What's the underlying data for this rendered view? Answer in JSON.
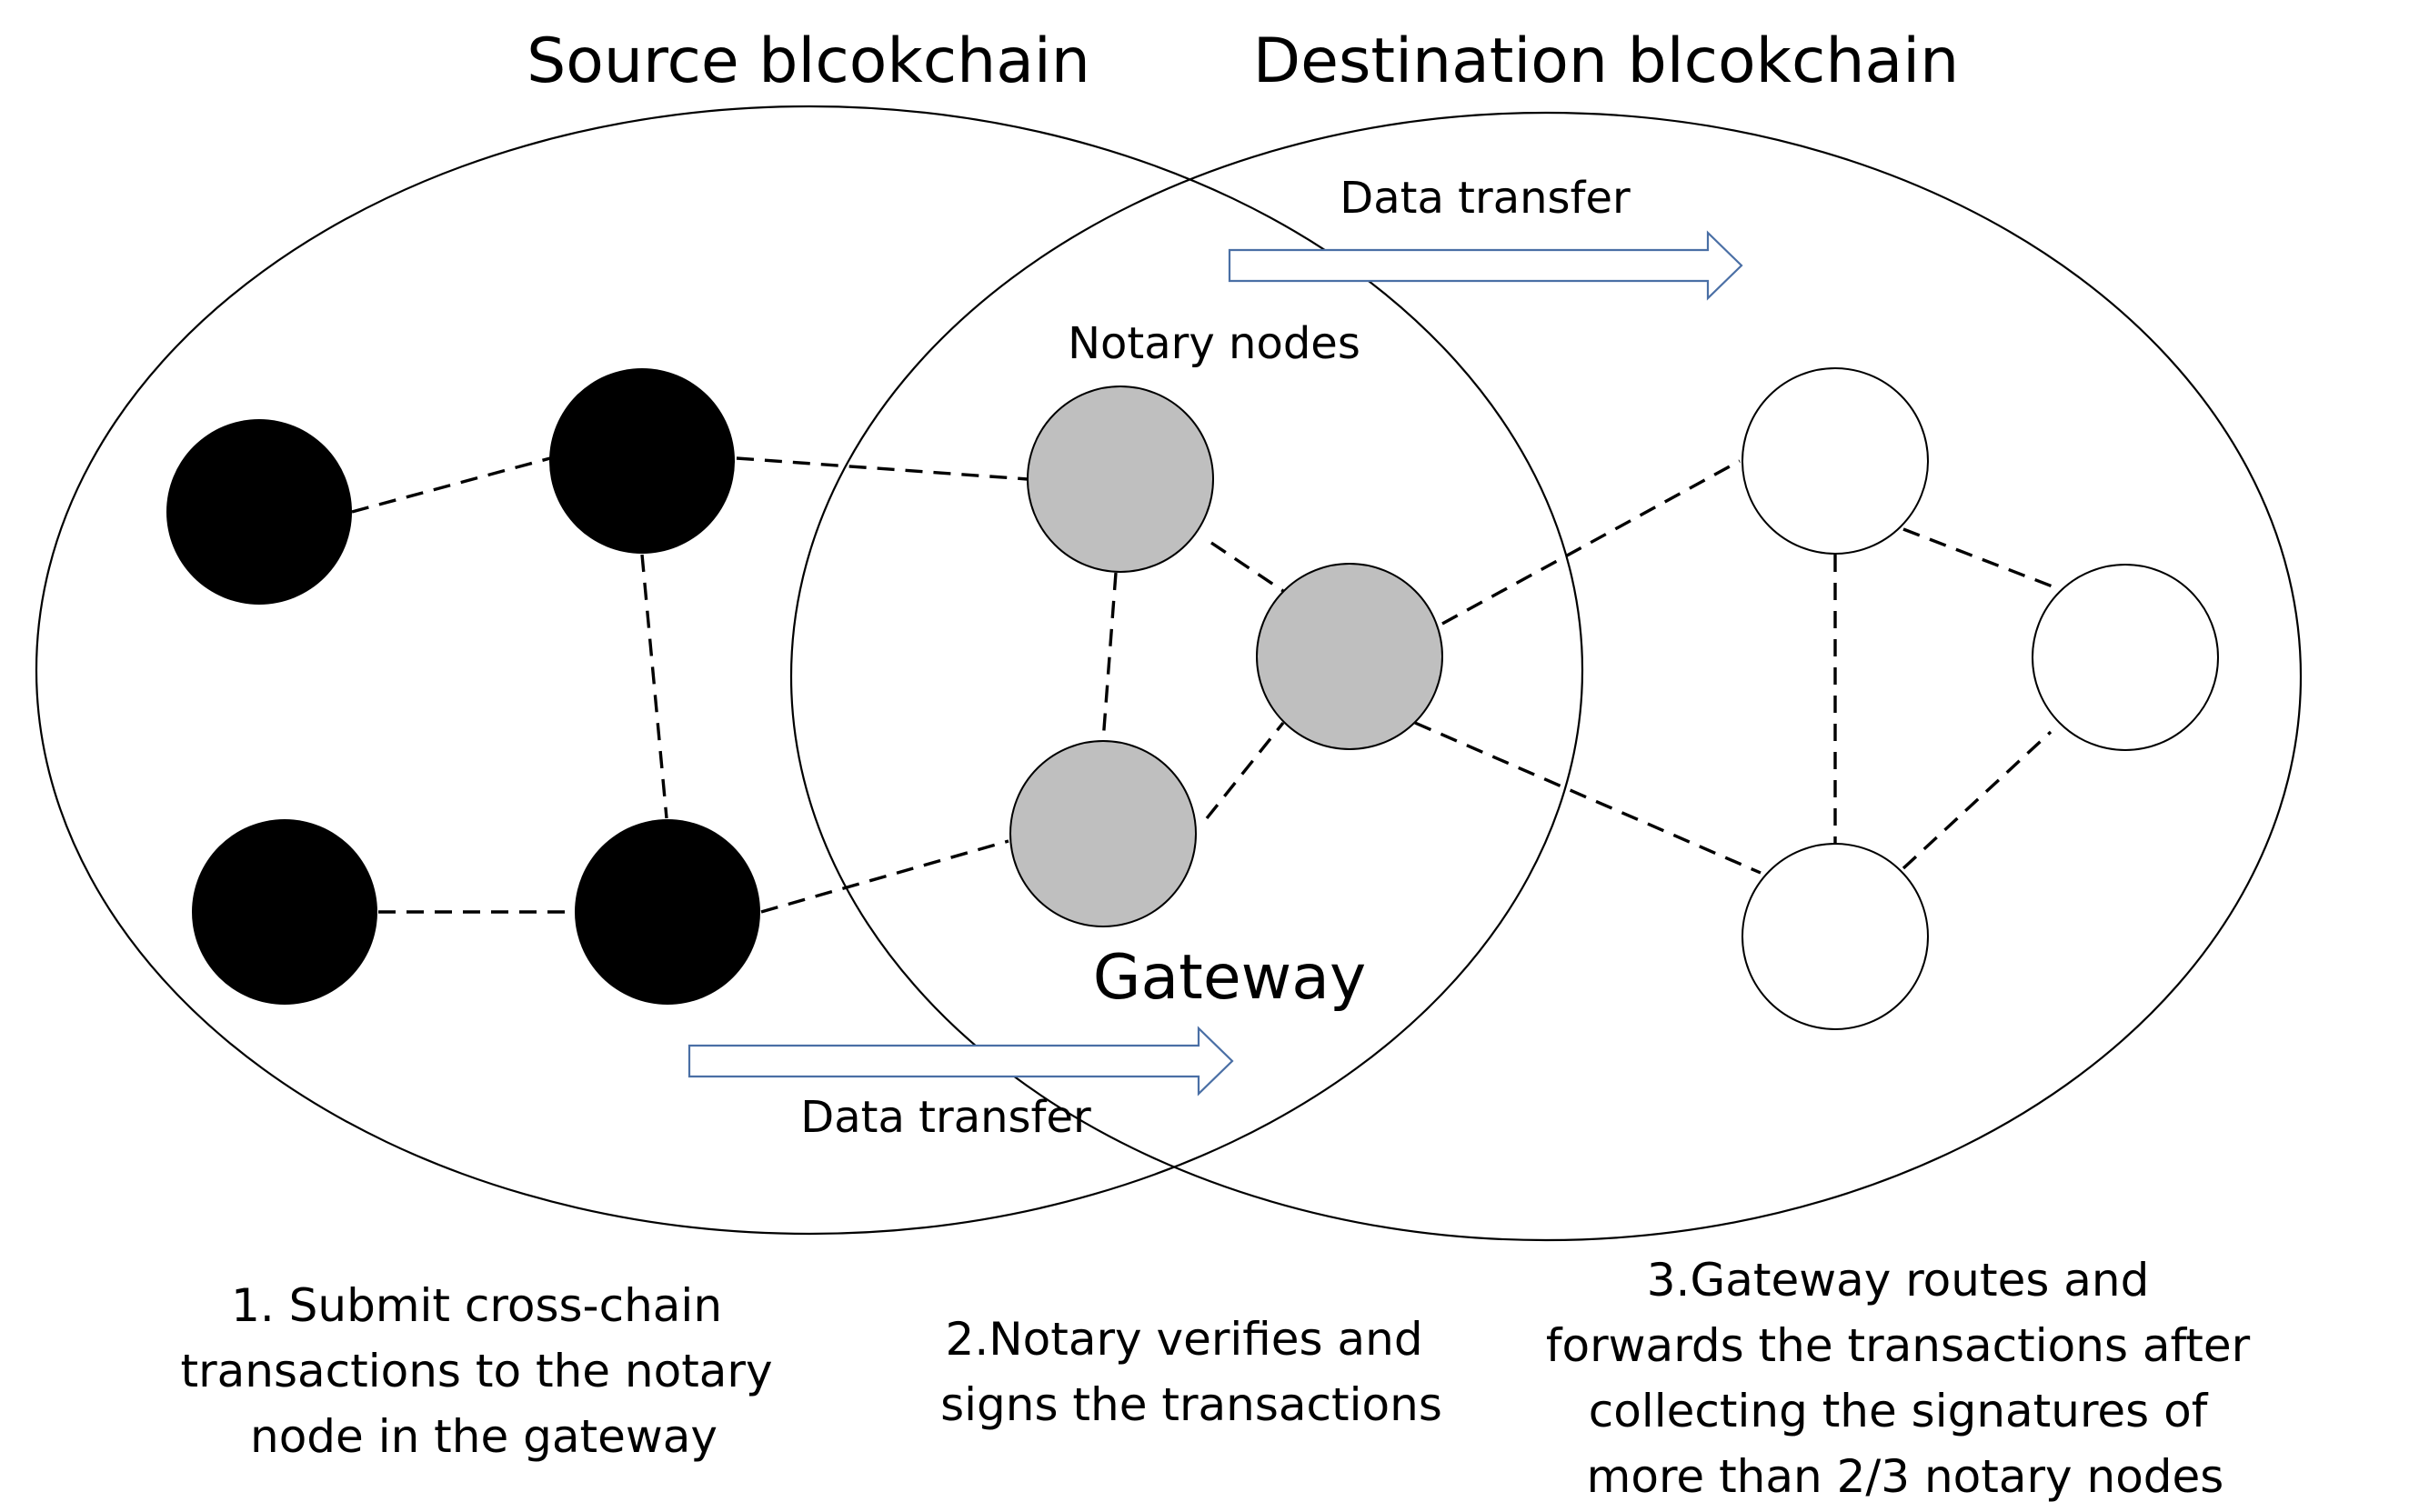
{
  "diagram": {
    "titles": {
      "source": "Source blcokchain",
      "destination": "Destination blcokchain"
    },
    "labels": {
      "notary_nodes": "Notary nodes",
      "gateway": "Gateway",
      "data_transfer_top": "Data transfer",
      "data_transfer_bottom": "Data transfer"
    },
    "steps": [
      {
        "lines": [
          "1. Submit cross-chain",
          "transactions to the notary",
          "node in the gateway"
        ]
      },
      {
        "lines": [
          "2.Notary verifies and",
          "signs the transactions"
        ]
      },
      {
        "lines": [
          "3.Gateway routes and",
          "forwards the transactions after",
          "collecting the signatures of",
          "more than 2/3 notary nodes"
        ]
      }
    ],
    "node_colors": {
      "source": "#000000",
      "notary": "#bfbfbf",
      "destination": "#ffffff"
    },
    "arrow_color": "#4a6fa5"
  }
}
